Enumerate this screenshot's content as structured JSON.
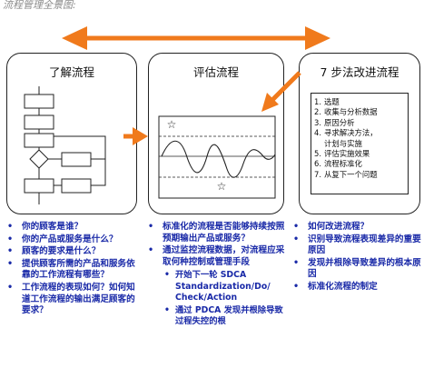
{
  "caption": "流程管理全景图:",
  "panels": [
    {
      "title": "了解流程"
    },
    {
      "title": "评估流程"
    },
    {
      "title": "7 步法改进流程"
    }
  ],
  "steps": [
    {
      "num": "1.",
      "text": "选题"
    },
    {
      "num": "2.",
      "text": "收集与分析数据"
    },
    {
      "num": "3.",
      "text": "原因分析"
    },
    {
      "num": "4.",
      "text": "寻求解决方法，"
    },
    {
      "num": "",
      "text": "计划与实施"
    },
    {
      "num": "5.",
      "text": "评估实施效果"
    },
    {
      "num": "6.",
      "text": "流程标准化"
    },
    {
      "num": "7.",
      "text": "从复下一个问题"
    }
  ],
  "bullets": {
    "col1": [
      "你的顾客是谁？",
      "你的产品或服务是什么？",
      "顾客的要求是什么？",
      "提供顾客所需的产品和服务依靠的工作流程有哪些？",
      "工作流程的表现如何？如何知道工作流程的输出满足顾客的要求？"
    ],
    "col2": [
      "标准化的流程是否能够持续按照预期输出产品或服务？",
      "通过监控流程数据，对流程应采取何种控制或管理手段"
    ],
    "col2_sub": [
      "开始下一轮 SDCA Standardization/Do/ Check/Action",
      "通过 PDCA 发现并根除导致过程失控的根"
    ],
    "col3": [
      "如何改进流程？",
      "识别导致流程表现差异的重要原因",
      "发现并根除导致差异的根本原因",
      "标准化流程的制定"
    ]
  },
  "colors": {
    "arrow": "#f07a1c",
    "bullet_text": "#1a2aa8"
  },
  "icons": [
    "double-headed-arrow",
    "flowchart-diagram",
    "control-chart",
    "star-marker"
  ]
}
